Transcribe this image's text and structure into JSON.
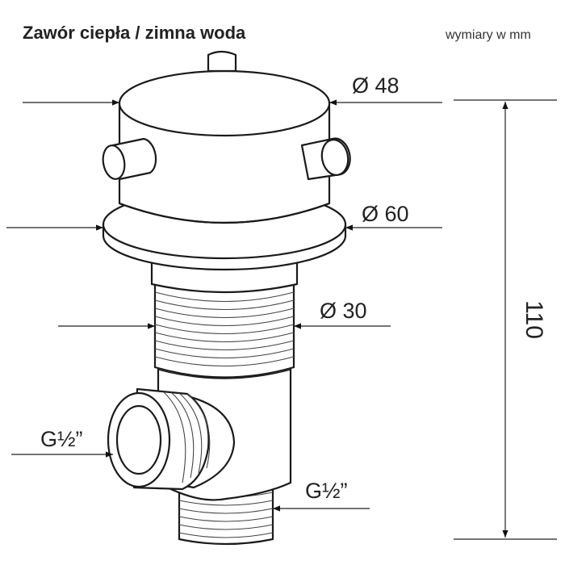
{
  "title": "Zawór ciepła / zimna woda",
  "units_note": "wymiary w mm",
  "dimensions": {
    "top_diameter": "Ø 48",
    "flange_diameter": "Ø 60",
    "body_diameter": "Ø 30",
    "side_outlet_thread": "G½”",
    "bottom_outlet_thread": "G½”",
    "total_height": "110"
  },
  "colors": {
    "line": "#1a1a1a",
    "background": "#ffffff"
  }
}
